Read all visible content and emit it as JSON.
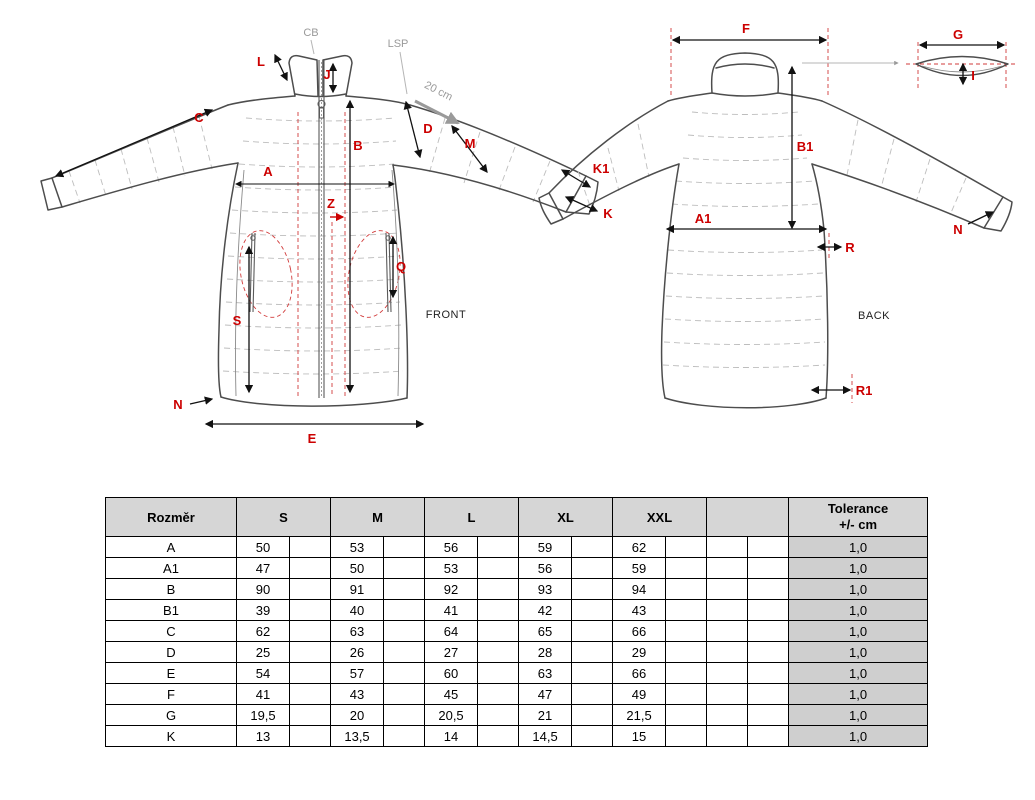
{
  "colors": {
    "accent_red": "#cc0000",
    "header_gray": "#d6d6d6",
    "tolerance_gray": "#cfcfcf",
    "outline_gray": "#4d4d4d",
    "quilt_gray": "#bdbdbd"
  },
  "diagram": {
    "captions": {
      "front": "FRONT",
      "back": "BACK"
    },
    "annotations": {
      "cb": "CB",
      "lsp": "LSP",
      "sleeve_note": "20 cm"
    },
    "labels": {
      "A": "A",
      "A1": "A1",
      "B": "B",
      "B1": "B1",
      "C": "C",
      "D": "D",
      "E": "E",
      "F": "F",
      "G": "G",
      "I": "I",
      "J": "J",
      "K": "K",
      "K1": "K1",
      "L": "L",
      "M": "M",
      "N": "N",
      "Q": "Q",
      "R": "R",
      "R1": "R1",
      "S": "S",
      "Z": "Z"
    }
  },
  "table": {
    "header": {
      "dimension": "Rozměr",
      "sizes": [
        "S",
        "M",
        "L",
        "XL",
        "XXL"
      ],
      "empty": "",
      "tolerance_line1": "Tolerance",
      "tolerance_line2": "+/- cm"
    },
    "rows": [
      {
        "dim": "A",
        "values": [
          "50",
          "53",
          "56",
          "59",
          "62"
        ],
        "tolerance": "1,0"
      },
      {
        "dim": "A1",
        "values": [
          "47",
          "50",
          "53",
          "56",
          "59"
        ],
        "tolerance": "1,0"
      },
      {
        "dim": "B",
        "values": [
          "90",
          "91",
          "92",
          "93",
          "94"
        ],
        "tolerance": "1,0"
      },
      {
        "dim": "B1",
        "values": [
          "39",
          "40",
          "41",
          "42",
          "43"
        ],
        "tolerance": "1,0"
      },
      {
        "dim": "C",
        "values": [
          "62",
          "63",
          "64",
          "65",
          "66"
        ],
        "tolerance": "1,0"
      },
      {
        "dim": "D",
        "values": [
          "25",
          "26",
          "27",
          "28",
          "29"
        ],
        "tolerance": "1,0"
      },
      {
        "dim": "E",
        "values": [
          "54",
          "57",
          "60",
          "63",
          "66"
        ],
        "tolerance": "1,0"
      },
      {
        "dim": "F",
        "values": [
          "41",
          "43",
          "45",
          "47",
          "49"
        ],
        "tolerance": "1,0"
      },
      {
        "dim": "G",
        "values": [
          "19,5",
          "20",
          "20,5",
          "21",
          "21,5"
        ],
        "tolerance": "1,0"
      },
      {
        "dim": "K",
        "values": [
          "13",
          "13,5",
          "14",
          "14,5",
          "15"
        ],
        "tolerance": "1,0"
      }
    ]
  }
}
